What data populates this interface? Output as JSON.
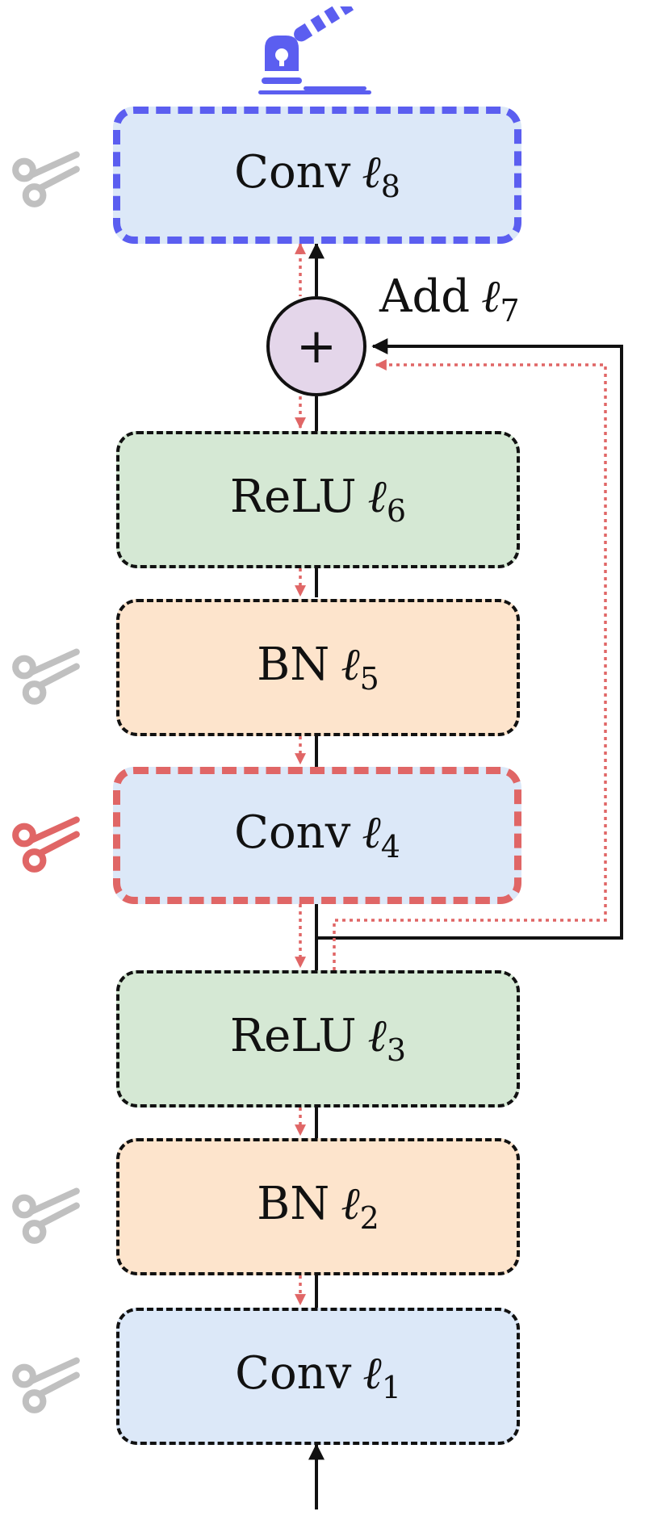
{
  "colors": {
    "conv_fill": "#dce8f8",
    "relu_fill": "#d5e8d4",
    "bn_fill": "#fde4cc",
    "add_fill": "#e4d6ea",
    "prune_highlight": "#e06666",
    "frozen_highlight": "#5b5ef0",
    "scissors_inactive": "#c0c0c0",
    "scissors_active": "#e06666"
  },
  "blocks": [
    {
      "id": "conv8",
      "name": "Conv",
      "layer": "8"
    },
    {
      "id": "relu6",
      "name": "ReLU",
      "layer": "6"
    },
    {
      "id": "bn5",
      "name": "BN",
      "layer": "5"
    },
    {
      "id": "conv4",
      "name": "Conv",
      "layer": "4"
    },
    {
      "id": "relu3",
      "name": "ReLU",
      "layer": "3"
    },
    {
      "id": "bn2",
      "name": "BN",
      "layer": "2"
    },
    {
      "id": "conv1",
      "name": "Conv",
      "layer": "1"
    }
  ],
  "add_node": {
    "name": "Add",
    "layer": "7",
    "symbol": "+"
  },
  "icons": {
    "scissors": "scissors-icon",
    "barrier": "barrier-icon"
  }
}
